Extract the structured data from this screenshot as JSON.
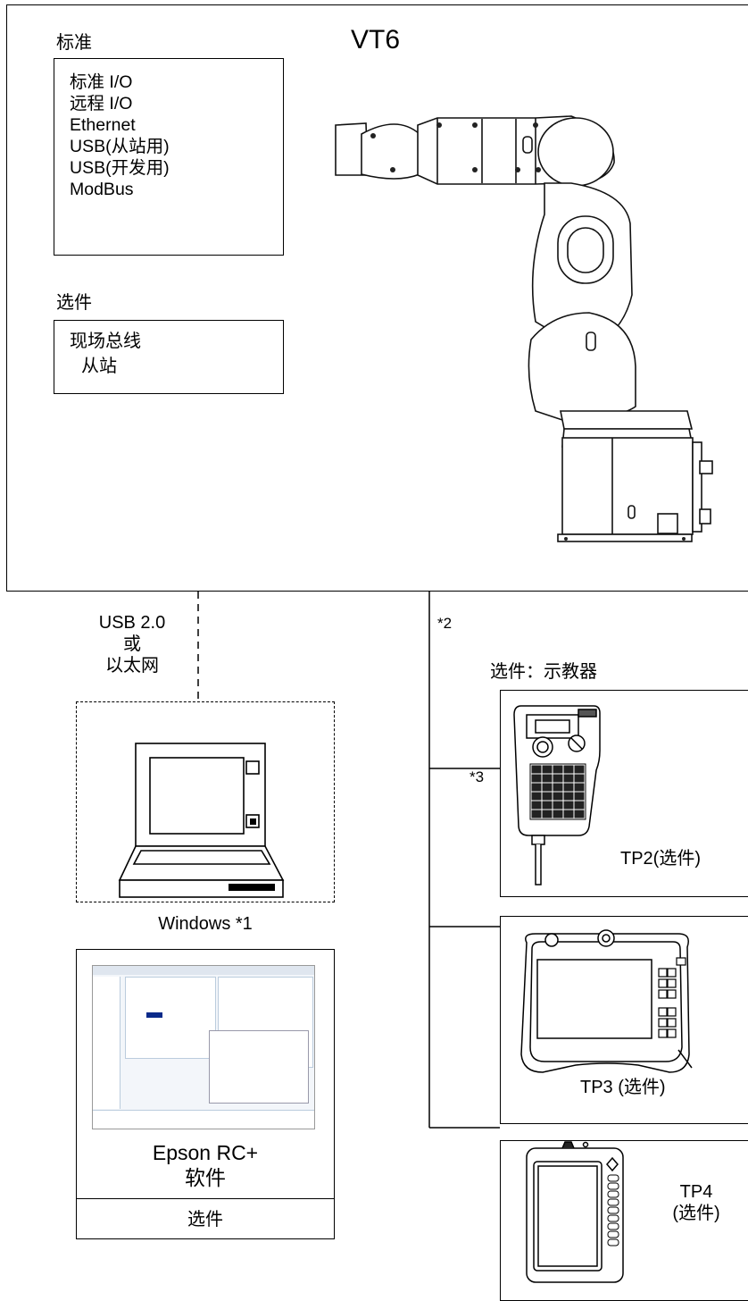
{
  "model_title": "VT6",
  "standard": {
    "heading": "标准",
    "items": [
      "标准 I/O",
      "远程 I/O",
      "Ethernet",
      "USB(从站用)",
      "USB(开发用)",
      "ModBus"
    ]
  },
  "options": {
    "heading": "选件",
    "items": [
      "现场总线",
      "从站"
    ]
  },
  "pc_connection": {
    "line1": "USB 2.0",
    "line2": "或",
    "line3": "以太网"
  },
  "pc": {
    "label": "Windows *1",
    "software_line1": "Epson RC+",
    "software_line2": "软件",
    "option_label": "选件"
  },
  "pendant_section": {
    "note": "*2",
    "heading": "选件：示教器",
    "tp2_note": "*3",
    "tp2_label": "TP2(选件)",
    "tp3_label": "TP3 (选件)",
    "tp4_line1": "TP4",
    "tp4_line2": "(选件)"
  }
}
